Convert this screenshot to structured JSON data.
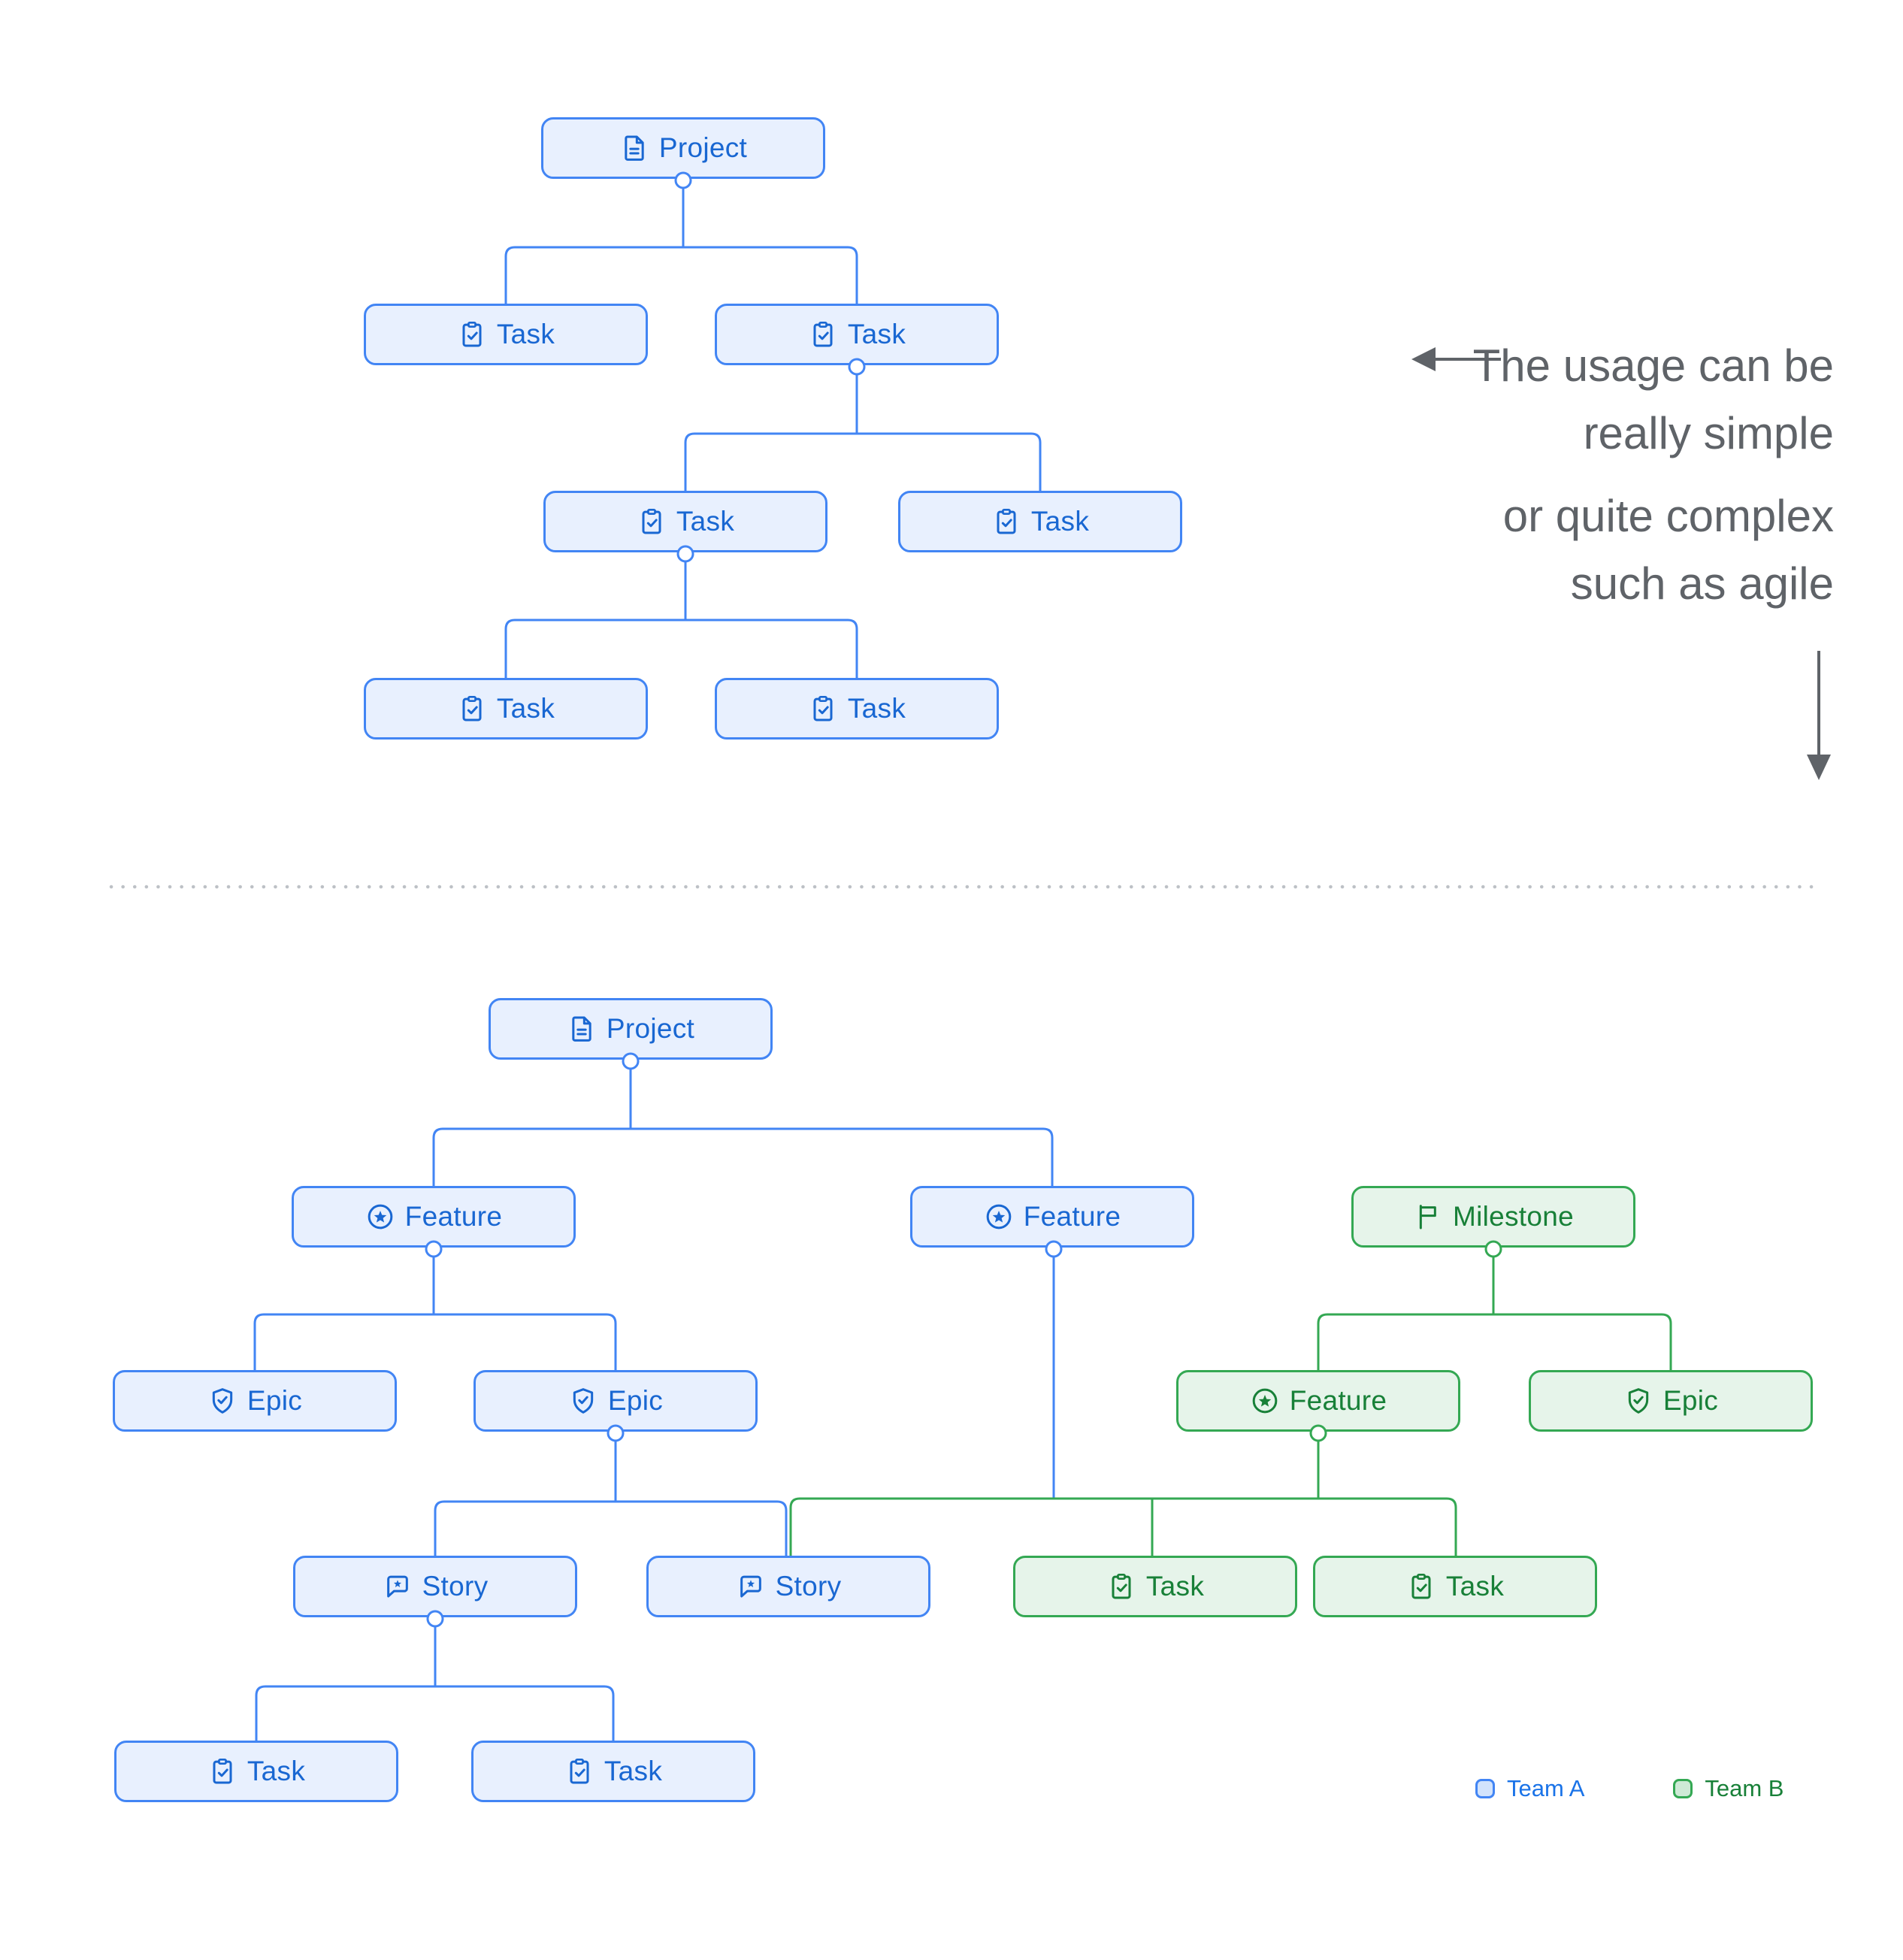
{
  "labels": {
    "project": "Project",
    "task": "Task",
    "feature": "Feature",
    "epic": "Epic",
    "story": "Story",
    "milestone": "Milestone"
  },
  "annotation": {
    "line1": "The usage can be",
    "line2": "really simple",
    "line3": "or quite complex",
    "line4": "such as agile"
  },
  "legend": {
    "team_a": "Team A",
    "team_b": "Team B"
  },
  "colors": {
    "team_a_border": "#4285F4",
    "team_a_fill": "#E8F0FE",
    "team_a_text": "#1967D2",
    "team_a_swatch": "#D2E3FC",
    "legend_a_text": "#1A73E8",
    "team_b_border": "#34A853",
    "team_b_fill": "#E6F4EA",
    "team_b_text": "#188038",
    "team_b_swatch": "#CEEAD6",
    "annotation_text": "#5F6368",
    "divider_dots": "#BDC1C6"
  }
}
